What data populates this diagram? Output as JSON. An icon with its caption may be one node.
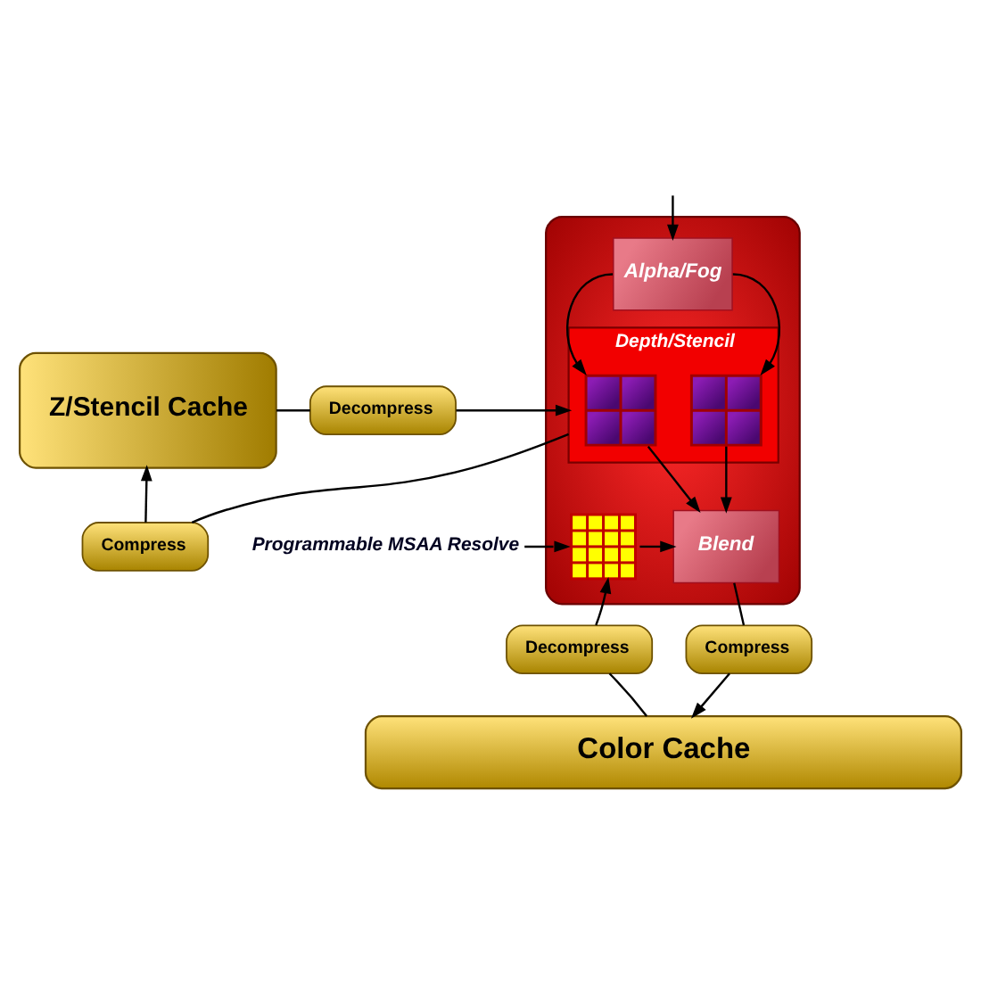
{
  "diagram": {
    "nodes": [
      {
        "text": [
          "Z/Stencil Cache"
        ]
      },
      {
        "text": [],
        "shape": "box"
      },
      {
        "text": [
          "Alpha/Fog"
        ],
        "in": 1
      },
      {
        "text": [
          "Decompress"
        ]
      },
      {
        "text": [
          "Depth/Stencil"
        ],
        "in": 1
      },
      {
        "text": [],
        "shape": "box",
        "in": 4
      },
      {
        "text": [],
        "shape": "box",
        "in": 4
      },
      {
        "text": [
          "Compress"
        ]
      },
      {
        "text": [
          "Programmable MSAA Resolve"
        ]
      },
      {
        "text": [],
        "shape": "grid",
        "in": 1
      },
      {
        "text": [
          "Blend"
        ],
        "in": 1
      },
      {
        "text": [
          "Decompress"
        ]
      },
      {
        "text": [
          "Compress"
        ]
      },
      {
        "text": [
          "Color Cache"
        ]
      }
    ],
    "edges": [
      {
        "from": null,
        "to": 2,
        "arrow": "to"
      },
      {
        "from": 2,
        "to": 5,
        "arrow": "to"
      },
      {
        "from": 2,
        "to": 6,
        "arrow": "to"
      },
      {
        "from": 0,
        "to": 3,
        "arrow": "none"
      },
      {
        "from": 3,
        "to": 4,
        "arrow": "to"
      },
      {
        "from": 4,
        "to": 7,
        "arrow": "none"
      },
      {
        "from": 7,
        "to": 0,
        "arrow": "to"
      },
      {
        "from": 5,
        "to": 10,
        "arrow": "to"
      },
      {
        "from": 6,
        "to": 10,
        "arrow": "to"
      },
      {
        "from": 8,
        "to": 9,
        "arrow": "to"
      },
      {
        "from": 9,
        "to": 10,
        "arrow": "to"
      },
      {
        "from": 13,
        "to": 11,
        "arrow": "none"
      },
      {
        "from": 11,
        "to": 9,
        "arrow": "to"
      },
      {
        "from": 10,
        "to": 12,
        "arrow": "none"
      },
      {
        "from": 12,
        "to": 13,
        "arrow": "to"
      }
    ]
  }
}
